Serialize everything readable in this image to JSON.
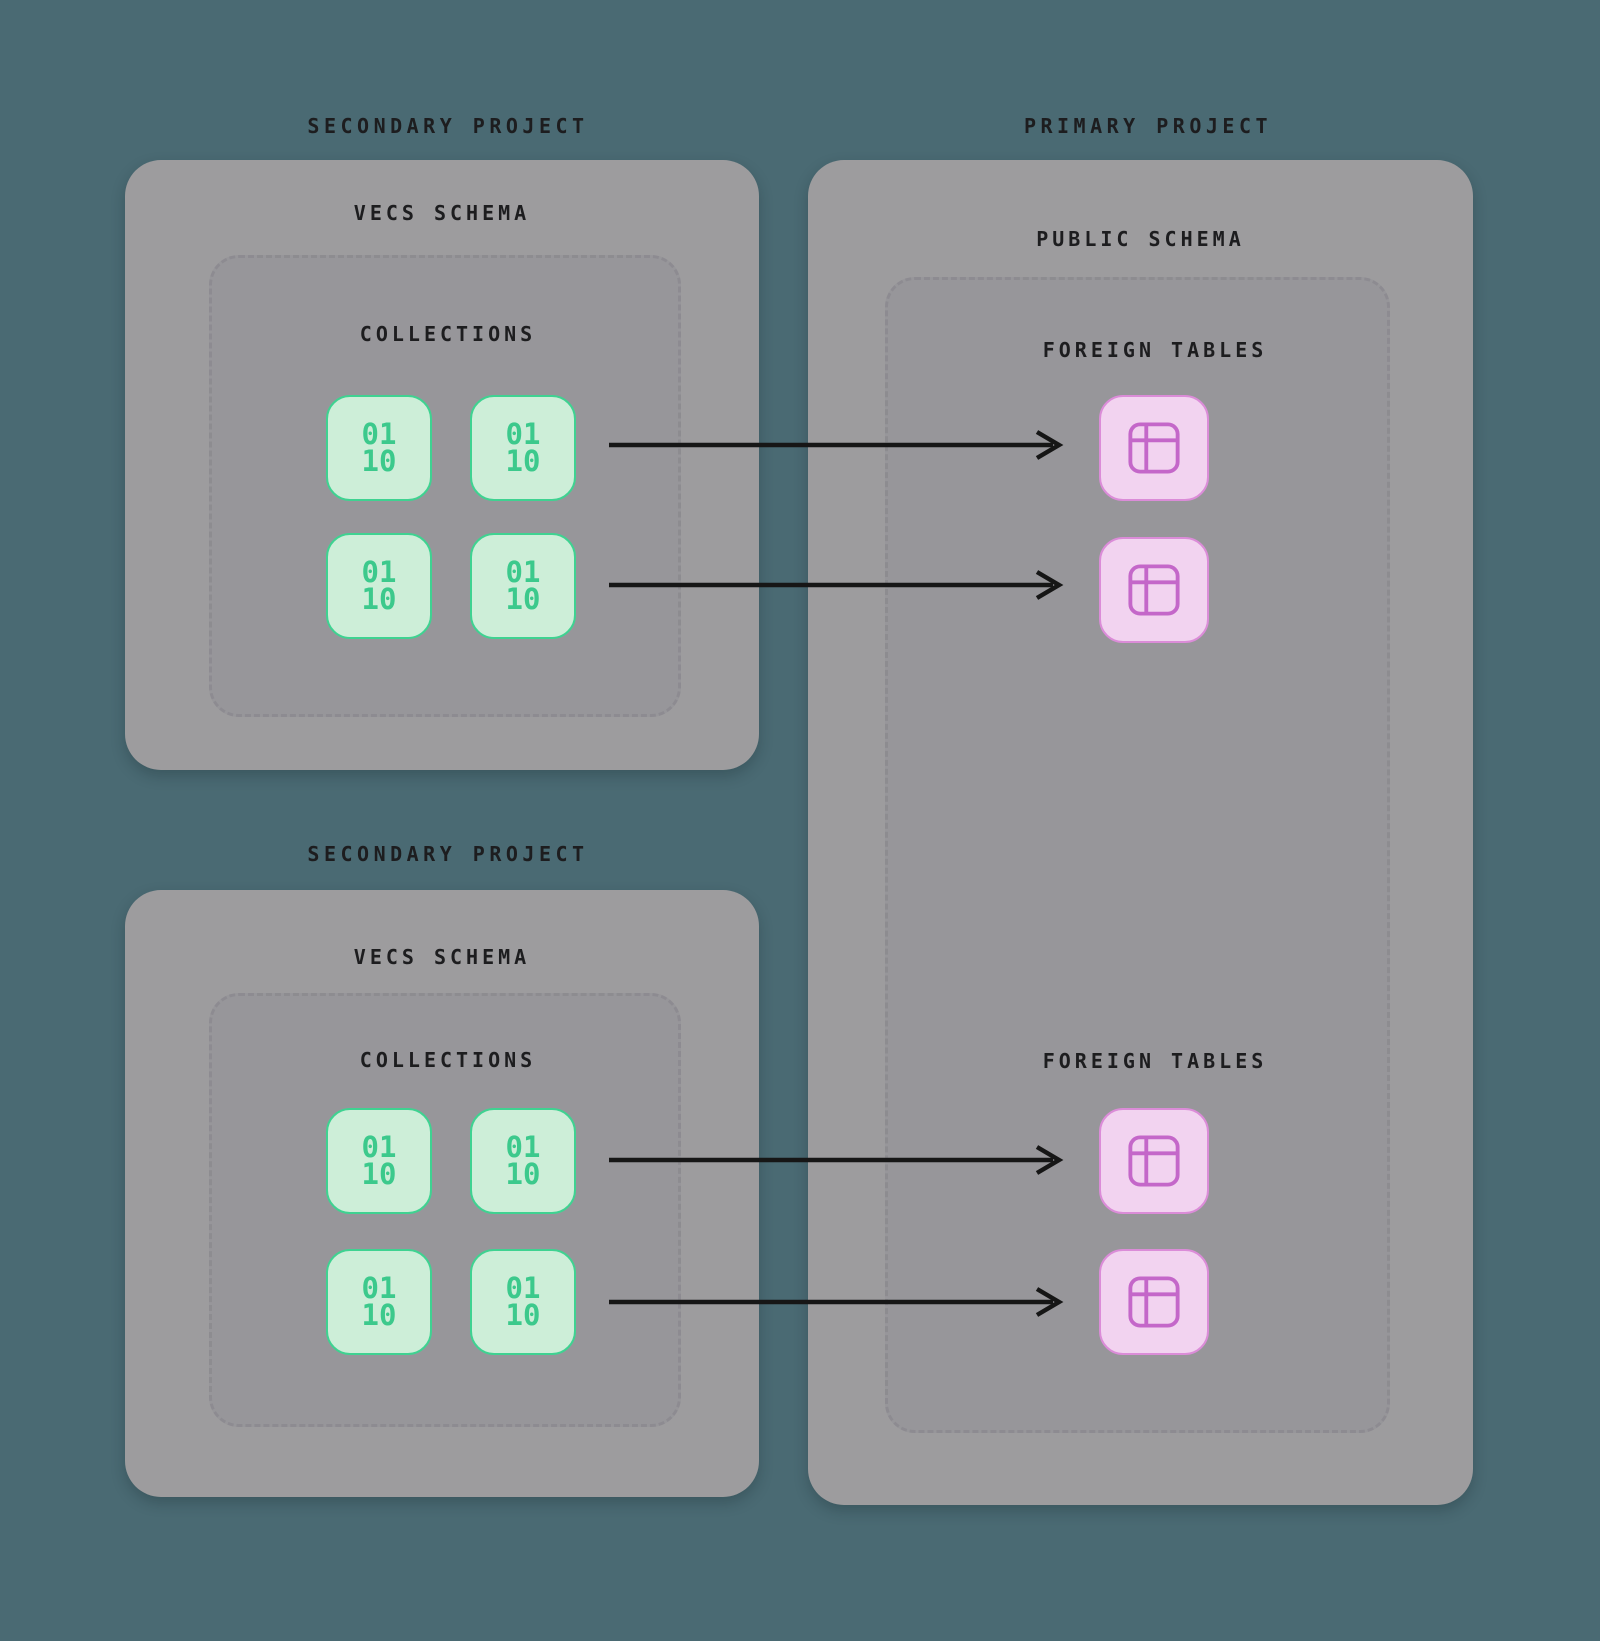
{
  "colors": {
    "background": "#4a6a73",
    "box": "#9d9c9e",
    "inner_box": "#97969a",
    "green_fill": "#cdeed8",
    "green_border": "#3fd291",
    "green_text": "#3cc98c",
    "pink_fill": "#f2d3f0",
    "pink_border": "#db8cd8",
    "pink_glyph": "#c467c9",
    "label_text": "#1d1d1f",
    "arrow": "#161616"
  },
  "diagram": {
    "secondary_projects": [
      {
        "label": "SECONDARY PROJECT",
        "schema_title": "VECS SCHEMA",
        "collections": {
          "title": "COLLECTIONS",
          "count": 4,
          "icon_line1": "01",
          "icon_line2": "10"
        }
      },
      {
        "label": "SECONDARY PROJECT",
        "schema_title": "VECS SCHEMA",
        "collections": {
          "title": "COLLECTIONS",
          "count": 4,
          "icon_line1": "01",
          "icon_line2": "10"
        }
      }
    ],
    "primary_project": {
      "label": "PRIMARY PROJECT",
      "schema_title": "PUBLIC SCHEMA",
      "foreign_table_groups": [
        {
          "title": "FOREIGN TABLES",
          "table_count": 2
        },
        {
          "title": "FOREIGN TABLES",
          "table_count": 2
        }
      ]
    },
    "connections": [
      {
        "from": "secondary_project_1.collections.row_1",
        "to": "primary_project.foreign_tables_group_1.table_1"
      },
      {
        "from": "secondary_project_1.collections.row_2",
        "to": "primary_project.foreign_tables_group_1.table_2"
      },
      {
        "from": "secondary_project_2.collections.row_1",
        "to": "primary_project.foreign_tables_group_2.table_1"
      },
      {
        "from": "secondary_project_2.collections.row_2",
        "to": "primary_project.foreign_tables_group_2.table_2"
      }
    ]
  }
}
